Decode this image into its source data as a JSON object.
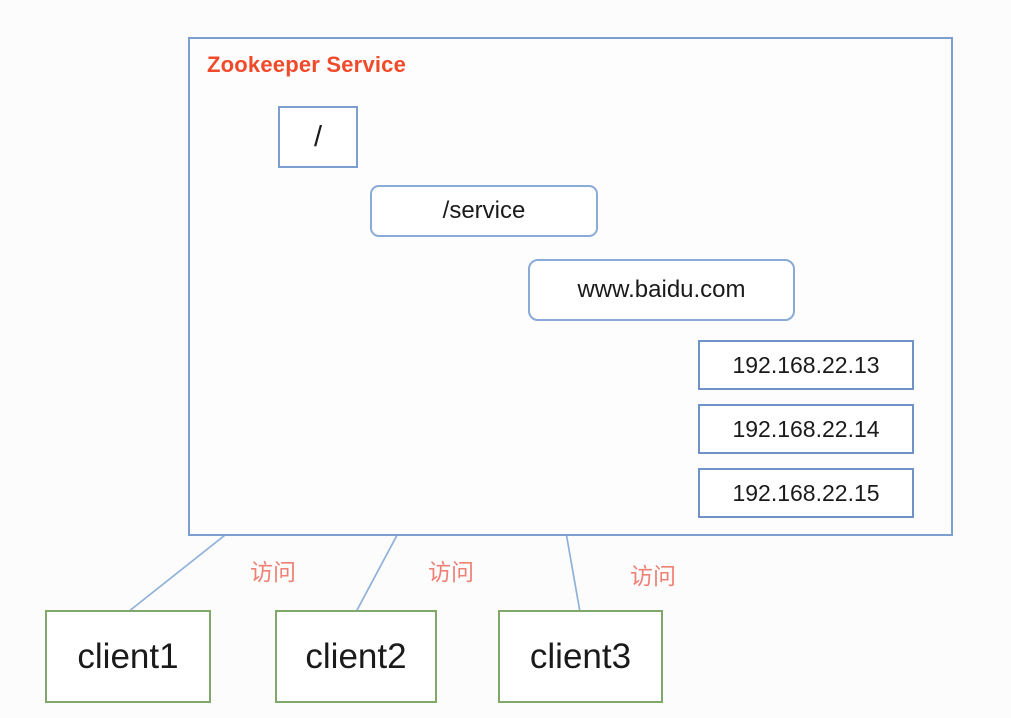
{
  "diagram": {
    "title": "Zookeeper Service",
    "title_color": "#f04a2a",
    "background": "#fcfcfd",
    "container_border_color": "#7d9fd0",
    "node_border_color": "#8aaad8",
    "client_border_color": "#7fa86a",
    "connector_color": "#7fa0cf",
    "access_label_color": "#ee8174"
  },
  "tree": {
    "root": {
      "label": "/"
    },
    "service": {
      "label": "/service"
    },
    "domain": {
      "label": "www.baidu.com"
    },
    "ips": [
      {
        "label": "192.168.22.13"
      },
      {
        "label": "192.168.22.14"
      },
      {
        "label": "192.168.22.15"
      }
    ]
  },
  "clients": [
    {
      "label": "client1",
      "access_label": "访问"
    },
    {
      "label": "client2",
      "access_label": "访问"
    },
    {
      "label": "client3",
      "access_label": "访问"
    }
  ]
}
